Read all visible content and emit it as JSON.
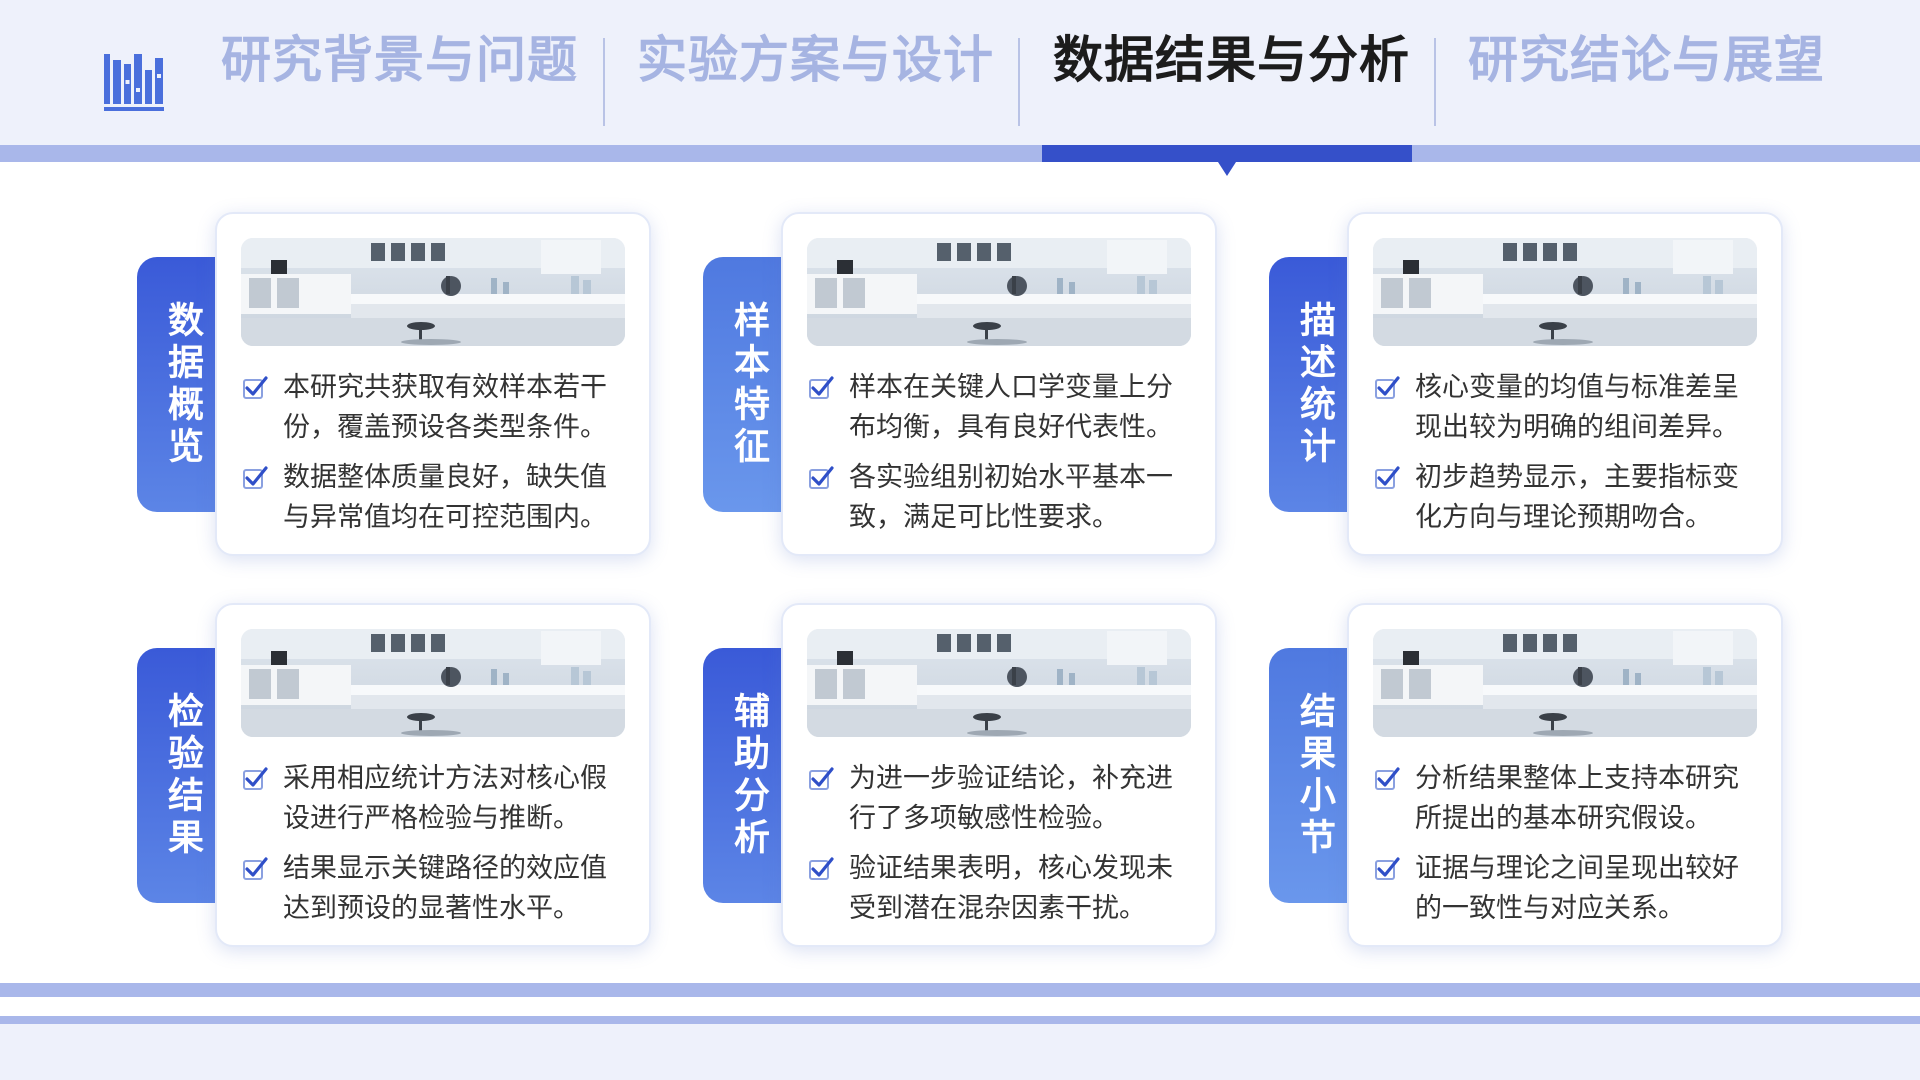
{
  "header": {
    "tabs": [
      {
        "label": "研究背景与问题",
        "active": false
      },
      {
        "label": "实验方案与设计",
        "active": false
      },
      {
        "label": "数据结果与分析",
        "active": true
      },
      {
        "label": "研究结论与展望",
        "active": false
      }
    ],
    "logo_icon": "bar-chart-icon"
  },
  "colors": {
    "accent": "#3550c9",
    "tab_inactive": "#a6b4e2",
    "band": "#a9b7ea",
    "header_bg": "#eef1fb"
  },
  "cards": [
    {
      "tag": "数据概览",
      "bullets": [
        "本研究共获取有效样本若干份，覆盖预设各类型条件。",
        "数据整体质量良好，缺失值与异常值均在可控范围内。"
      ]
    },
    {
      "tag": "样本特征",
      "bullets": [
        "样本在关键人口学变量上分布均衡，具有良好代表性。",
        "各实验组别初始水平基本一致，满足可比性要求。"
      ]
    },
    {
      "tag": "描述统计",
      "bullets": [
        "核心变量的均值与标准差呈现出较为明确的组间差异。",
        "初步趋势显示，主要指标变化方向与理论预期吻合。"
      ]
    },
    {
      "tag": "检验结果",
      "bullets": [
        "采用相应统计方法对核心假设进行严格检验与推断。",
        "结果显示关键路径的效应值达到预设的显著性水平。"
      ]
    },
    {
      "tag": "辅助分析",
      "bullets": [
        "为进一步验证结论，补充进行了多项敏感性检验。",
        "验证结果表明，核心发现未受到潜在混杂因素干扰。"
      ]
    },
    {
      "tag": "结果小节",
      "bullets": [
        "分析结果整体上支持本研究所提出的基本研究假设。",
        "证据与理论之间呈现出较好的一致性与对应关系。"
      ]
    }
  ]
}
